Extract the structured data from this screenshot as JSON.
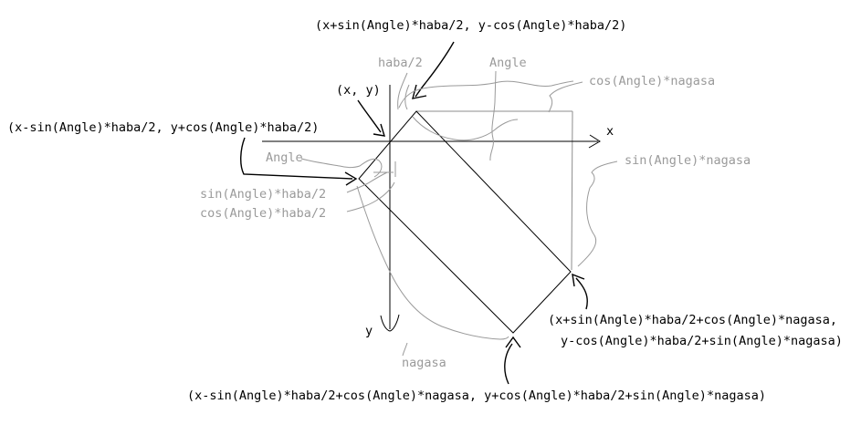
{
  "figure": {
    "background": "#ffffff",
    "ink_color": "#000000",
    "annotation_color": "#9a9a9a",
    "labels": {
      "corner_top": "(x+sin(Angle)*haba/2, y-cos(Angle)*haba/2)",
      "corner_left": "(x-sin(Angle)*haba/2, y+cos(Angle)*haba/2)",
      "corner_right_line1": "(x+sin(Angle)*haba/2+cos(Angle)*nagasa,",
      "corner_right_line2": "y-cos(Angle)*haba/2+sin(Angle)*nagasa)",
      "corner_bottom": "(x-sin(Angle)*haba/2+cos(Angle)*nagasa, y+cos(Angle)*haba/2+sin(Angle)*nagasa)",
      "origin_point": "(x, y)",
      "axis_x": "x",
      "axis_y": "y",
      "haba_half": "haba/2",
      "angle_top": "Angle",
      "angle_left": "Angle",
      "cos_nagasa": "cos(Angle)*nagasa",
      "sin_nagasa": "sin(Angle)*nagasa",
      "sin_haba_half": "sin(Angle)*haba/2",
      "cos_haba_half": "cos(Angle)*haba/2",
      "nagasa": "nagasa"
    }
  }
}
